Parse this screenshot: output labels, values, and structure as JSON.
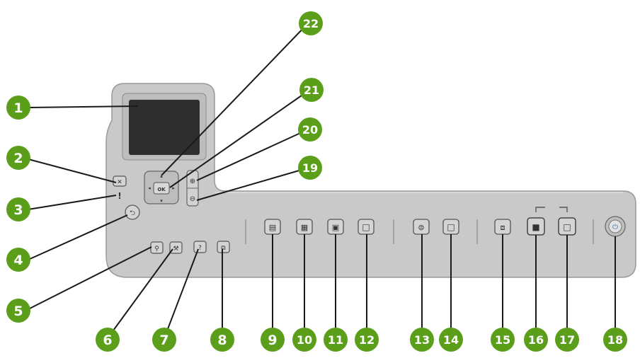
{
  "diagram": {
    "panel_color": "#c9c9c9",
    "callout_color": "#5a9e1a",
    "callouts": [
      "1",
      "2",
      "3",
      "4",
      "5",
      "6",
      "7",
      "8",
      "9",
      "10",
      "11",
      "12",
      "13",
      "14",
      "15",
      "16",
      "17",
      "18",
      "19",
      "20",
      "21",
      "22"
    ],
    "controls": {
      "cancel": {
        "icon": "close-icon",
        "glyph": "✕"
      },
      "attention": {
        "icon": "attention-light-icon",
        "glyph": "!"
      },
      "back": {
        "icon": "back-arrow-icon",
        "glyph": "⮌"
      },
      "ok": {
        "icon": "ok-button",
        "glyph": "OK"
      },
      "zoom_in": {
        "icon": "zoom-in-icon",
        "glyph": "⊕"
      },
      "zoom_out": {
        "icon": "zoom-out-icon",
        "glyph": "⊖"
      },
      "photo_fix": {
        "icon": "magnifier-icon",
        "glyph": "⚲"
      },
      "setup": {
        "icon": "wrench-icon",
        "glyph": "⚒"
      },
      "help": {
        "icon": "help-icon",
        "glyph": "?"
      },
      "rotate": {
        "icon": "rotate-icon",
        "glyph": "⧉"
      },
      "print_photos": {
        "icon": "printer-icon",
        "glyph": "▤"
      },
      "proof_sheet": {
        "icon": "proof-sheet-icon",
        "glyph": "▦"
      },
      "reprints": {
        "icon": "reprints-icon",
        "glyph": "▣"
      },
      "start_photo": {
        "icon": "start-photo-icon",
        "glyph": "□"
      },
      "scan_menu": {
        "icon": "scan-icon",
        "glyph": "⊜"
      },
      "start_scan": {
        "icon": "start-scan-icon",
        "glyph": "□"
      },
      "copy_menu": {
        "icon": "copy-icon",
        "glyph": "⧈"
      },
      "start_copy_black": {
        "icon": "start-copy-black-icon",
        "glyph": "■"
      },
      "start_copy_color": {
        "icon": "start-copy-color-icon",
        "glyph": "□"
      },
      "power": {
        "icon": "power-icon",
        "glyph": "⏻"
      }
    }
  }
}
